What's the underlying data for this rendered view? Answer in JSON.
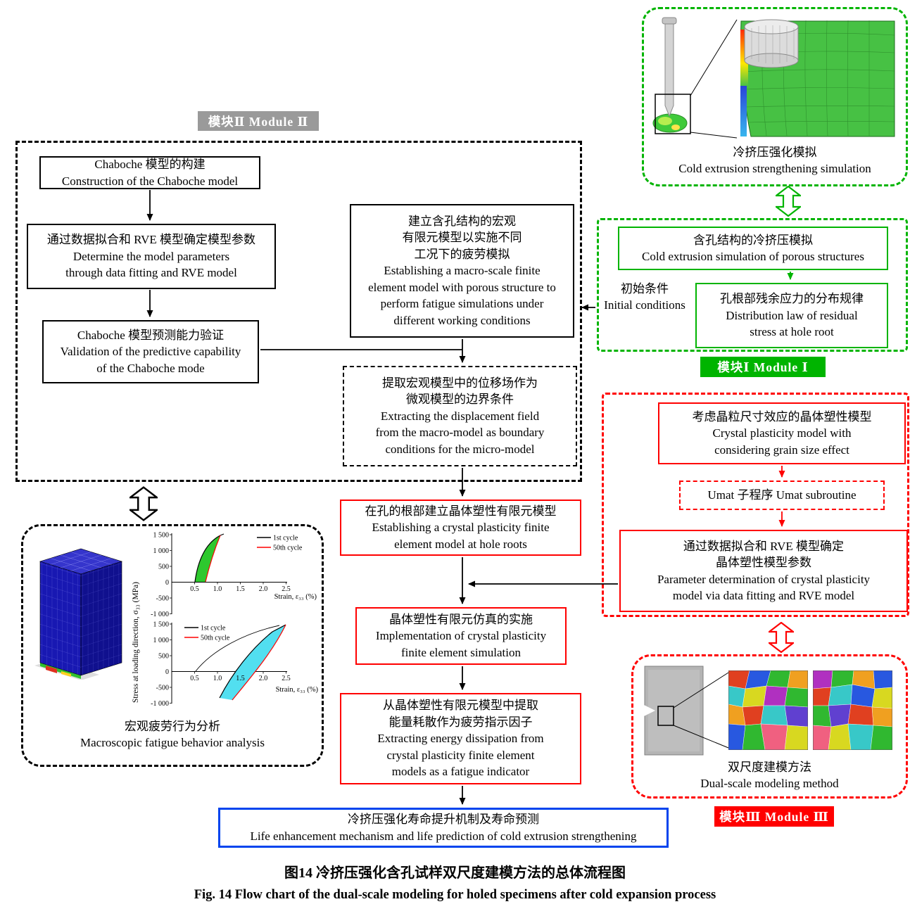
{
  "figure": {
    "caption_zh": "图14  冷挤压强化含孔试样双尺度建模方法的总体流程图",
    "caption_en": "Fig. 14  Flow chart of the dual-scale modeling for holed specimens after cold expansion process"
  },
  "colors": {
    "module1_green": "#00b400",
    "module2_gray": "#9a9a9a",
    "module3_red": "#ff0000",
    "result_blue": "#0044ee",
    "flow_black": "#000000"
  },
  "module1": {
    "badge": "模块Ⅰ Module Ⅰ",
    "sim_caption": [
      "冷挤压强化模拟",
      "Cold extrusion strengthening simulation"
    ],
    "cold_extrusion_sim": [
      "含孔结构的冷挤压模拟",
      "Cold extrusion simulation of porous structures"
    ],
    "initial_conditions": [
      "初始条件",
      "Initial conditions"
    ],
    "residual_stress": [
      "孔根部残余应力的分布规律",
      "Distribution law of residual",
      "stress at hole root"
    ]
  },
  "module2": {
    "badge": "模块Ⅱ Module Ⅱ",
    "chaboche_construction": [
      "Chaboche 模型的构建",
      "Construction of the Chaboche model"
    ],
    "model_parameters": [
      "通过数据拟合和 RVE 模型确定模型参数",
      "Determine the model parameters",
      "through data fitting and RVE model"
    ],
    "validation": [
      "Chaboche 模型预测能力验证",
      "Validation of the predictive capability",
      "of the Chaboche mode"
    ],
    "macro_model": [
      "建立含孔结构的宏观",
      "有限元模型以实施不同",
      "工况下的疲劳模拟",
      "Establishing a macro-scale finite",
      "element model with porous structure to",
      "perform fatigue simulations under",
      "different working conditions"
    ],
    "extract_displacement": [
      "提取宏观模型中的位移场作为",
      "微观模型的边界条件",
      "Extracting the displacement field",
      "from the macro-model as boundary",
      "conditions for the micro-model"
    ]
  },
  "module3": {
    "badge": "模块Ⅲ Module Ⅲ",
    "crystal_plasticity_model": [
      "考虑晶粒尺寸效应的晶体塑性模型",
      "Crystal plasticity model with",
      "considering grain size effect"
    ],
    "umat": [
      "Umat 子程序 Umat subroutine"
    ],
    "cp_parameters": [
      "通过数据拟合和 RVE 模型确定",
      "晶体塑性模型参数",
      "Parameter determination of crystal plasticity",
      "model via data fitting and RVE model"
    ],
    "cp_model_at_hole": [
      "在孔的根部建立晶体塑性有限元模型",
      "Establishing a crystal plasticity finite",
      "element model at hole roots"
    ],
    "cp_simulation": [
      "晶体塑性有限元仿真的实施",
      "Implementation of crystal plasticity",
      "finite element simulation"
    ],
    "energy_dissipation": [
      "从晶体塑性有限元模型中提取",
      "能量耗散作为疲劳指示因子",
      "Extracting energy dissipation from",
      "crystal plasticity finite element",
      "models as a fatigue indicator"
    ],
    "dualscale_caption": [
      "双尺度建模方法",
      "Dual-scale modeling method"
    ]
  },
  "result": {
    "life_prediction": [
      "冷挤压强化寿命提升机制及寿命预测",
      "Life enhancement mechanism and life prediction of cold extrusion strengthening"
    ]
  },
  "macro_fatigue": {
    "caption": [
      "宏观疲劳行为分析",
      "Macroscopic fatigue behavior analysis"
    ],
    "plots": {
      "ylabel": "Stress at loading direction, σ₃₃ (MPa)",
      "xlabel": "Strain, ε₃₃ (%)",
      "yticks": [
        "1 500",
        "1 000",
        "500",
        "0",
        "-500",
        "-1 000"
      ],
      "xticks": [
        "0.5",
        "1.0",
        "1.5",
        "2.0",
        "2.5"
      ],
      "legend": [
        "1st cycle",
        "50th cycle"
      ]
    }
  }
}
